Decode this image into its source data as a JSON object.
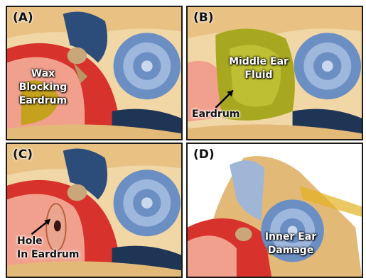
{
  "panels": [
    {
      "label": "(A)",
      "caption": [
        "Wax",
        "Blocking",
        "Eardrum"
      ]
    },
    {
      "label": "(B)",
      "caption": [
        "Middle Ear",
        "Fluid"
      ],
      "pointer": "Eardrum"
    },
    {
      "label": "(C)",
      "caption": [
        "Hole",
        "In Eardrum"
      ]
    },
    {
      "label": "(D)",
      "caption": [
        "Inner Ear",
        "Damage"
      ]
    }
  ]
}
